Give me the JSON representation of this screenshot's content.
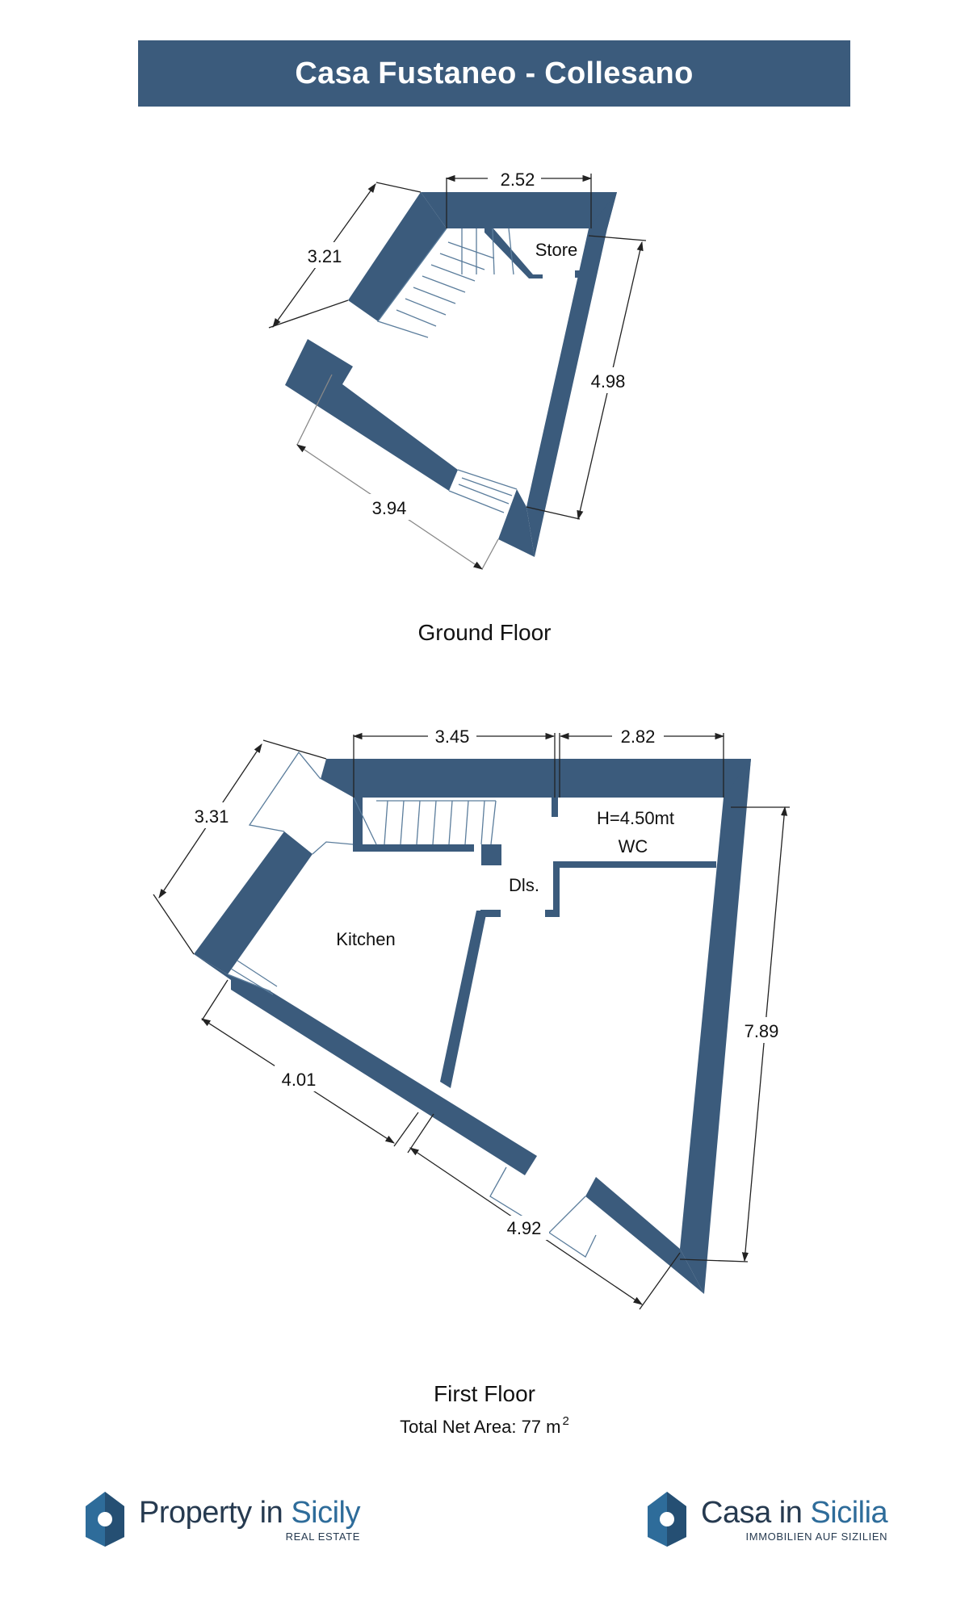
{
  "title": "Casa Fustaneo - Collesano",
  "colors": {
    "wall": "#3b5b7c",
    "title_bg": "#3b5b7c",
    "line": "#222222",
    "stair": "#5b7d9c"
  },
  "ground_floor": {
    "label": "Ground Floor",
    "dimensions": {
      "top": "2.52",
      "left": "3.21",
      "right": "4.98",
      "bottom": "3.94"
    },
    "rooms": {
      "store": "Store"
    }
  },
  "first_floor": {
    "label": "First Floor",
    "total_area": "Total Net Area: 77 m",
    "total_area_sup": "2",
    "dimensions": {
      "top_left": "3.45",
      "top_right": "2.82",
      "left": "3.31",
      "right": "7.89",
      "bottom_left": "4.01",
      "bottom_right": "4.92"
    },
    "rooms": {
      "height": "H=4.50mt",
      "wc": "WC",
      "landing": "Dls.",
      "kitchen": "Kitchen"
    }
  },
  "logos": {
    "left": {
      "name_a": "Property in ",
      "name_b": "Sicily",
      "sub": "REAL ESTATE",
      "icon": "house-pin-icon"
    },
    "right": {
      "name_a": "Casa in ",
      "name_b": "Sicilia",
      "sub": "IMMOBILIEN AUF SIZILIEN",
      "icon": "house-pin-icon"
    }
  }
}
